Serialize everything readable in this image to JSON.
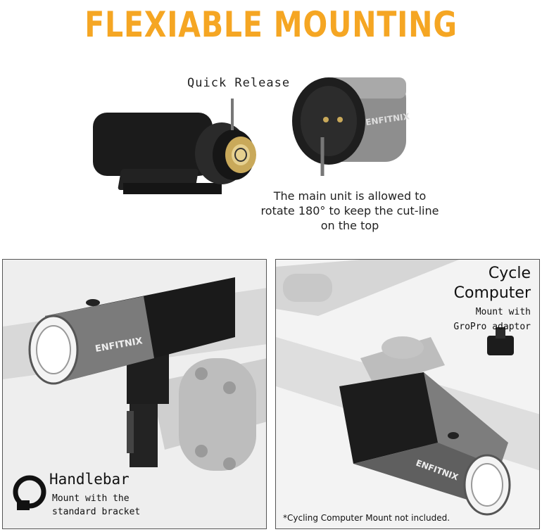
{
  "header": {
    "title": "FLEXIABLE MOUNTING",
    "title_color": "#F5A623"
  },
  "top_section": {
    "quick_release_label": "Quick Release",
    "rotate_note_lines": [
      "The main unit is allowed to",
      "rotate 180° to keep the cut-line",
      "on the top"
    ],
    "brand_text": "ENFITNIX"
  },
  "left_panel": {
    "title": "Handlebar",
    "subtitle_lines": [
      "Mount with the",
      "standard bracket"
    ],
    "brand_text": "ENFITNIX"
  },
  "right_panel": {
    "title_lines": [
      "Cycle",
      "Computer"
    ],
    "subtitle_lines": [
      "Mount with",
      "GroPro adaptor"
    ],
    "footnote": "*Cycling Computer Mount not included.",
    "brand_text": "ENFITNIX"
  }
}
